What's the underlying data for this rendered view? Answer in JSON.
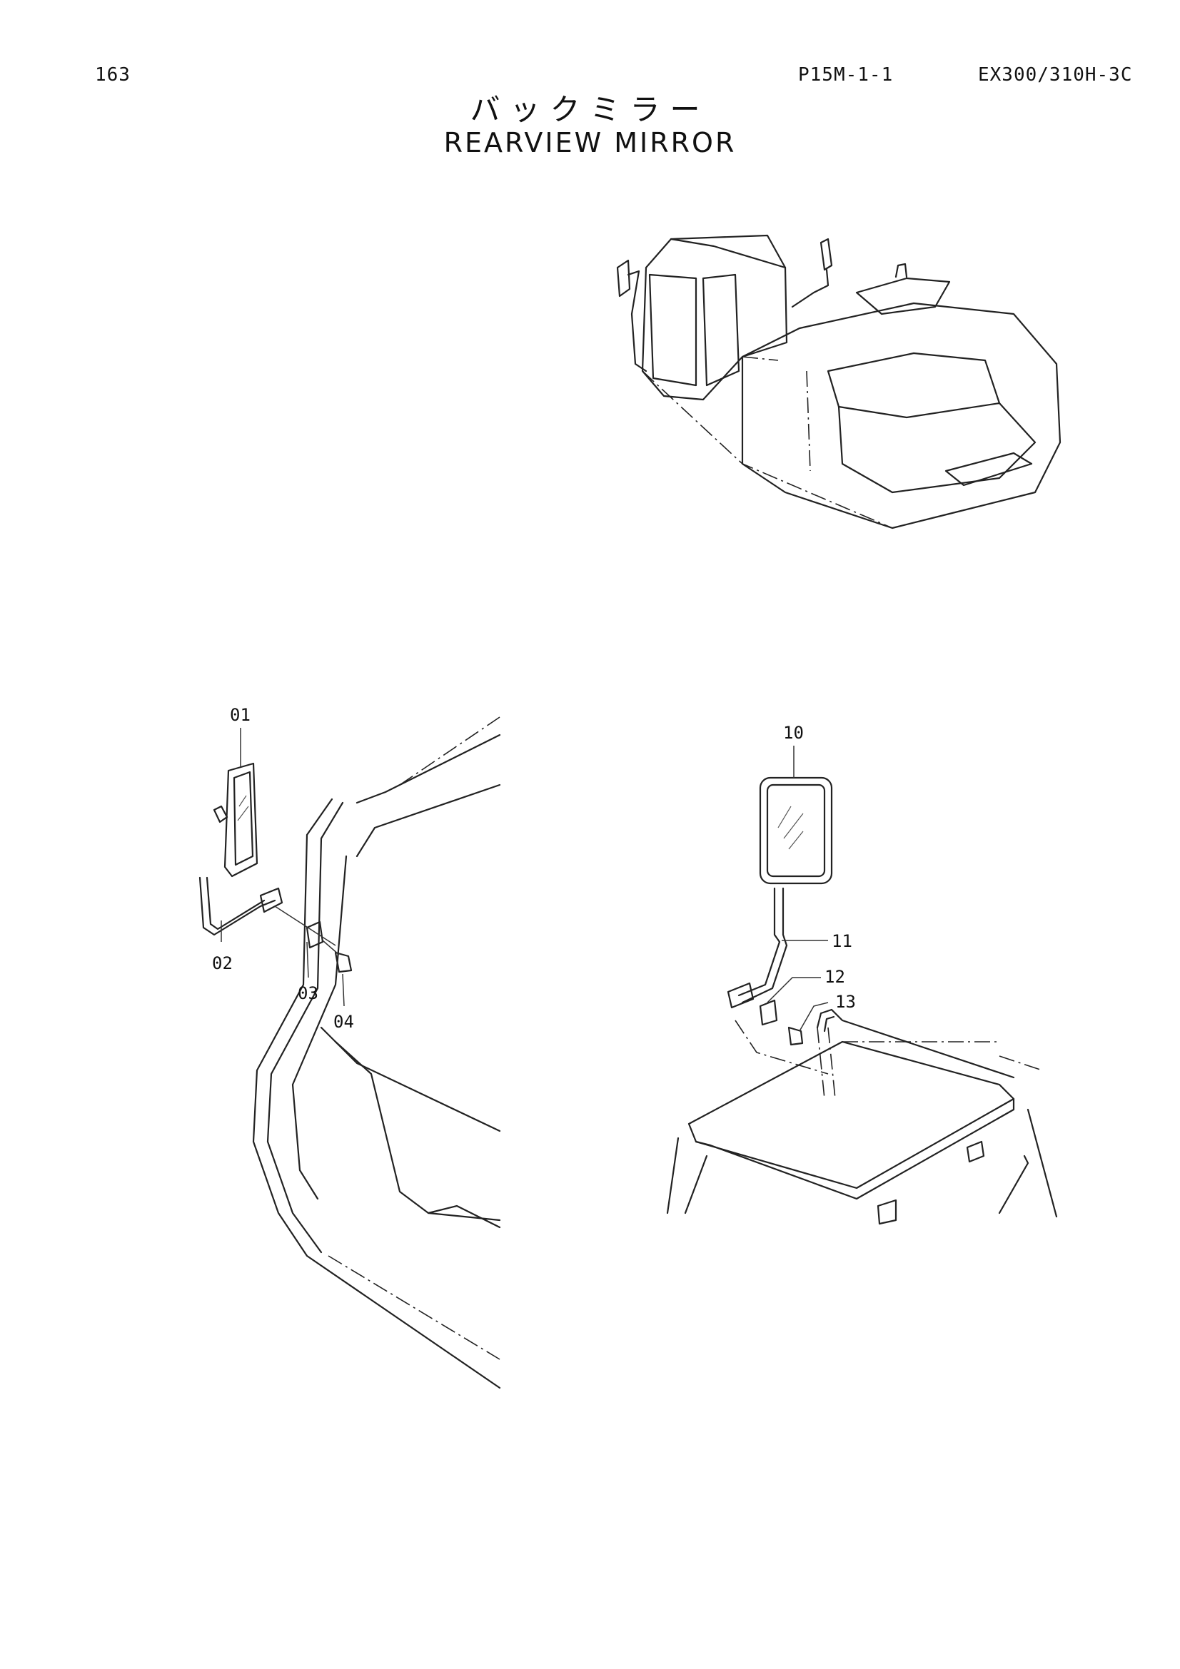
{
  "header": {
    "page_number": "163",
    "page_code": "P15M-1-1",
    "model": "EX300/310H-3C"
  },
  "title": {
    "japanese": "バックミラー",
    "english": "REARVIEW MIRROR"
  },
  "callouts": {
    "c01": "01",
    "c02": "02",
    "c03": "03",
    "c04": "04",
    "c10": "10",
    "c11": "11",
    "c12": "12",
    "c13": "13"
  }
}
